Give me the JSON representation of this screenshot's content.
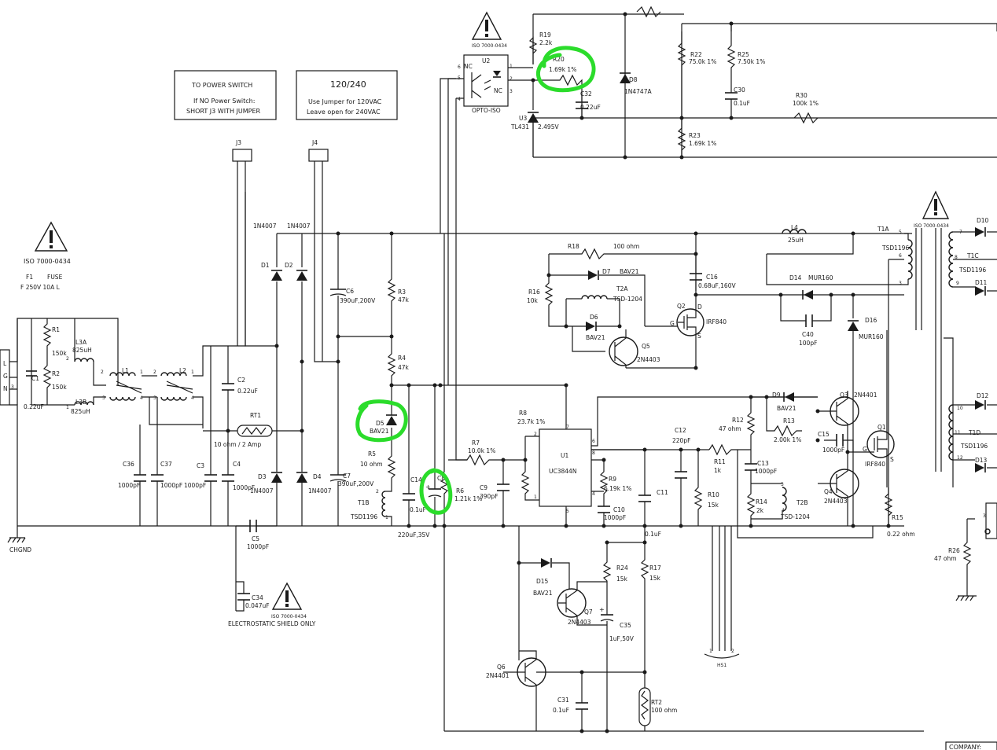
{
  "notes": {
    "power_switch": [
      "TO POWER SWITCH",
      "If NO Power Switch:",
      "SHORT J3 WITH JUMPER"
    ],
    "voltage": [
      "120/240",
      "Use Jumper for 120VAC",
      "Leave open for 240VAC"
    ],
    "shield": "ELECTROSTATIC SHIELD ONLY",
    "iso_standard": "ISO 7000-0434",
    "company": "COMPANY:"
  },
  "labels": [
    {
      "id": "U2",
      "t": "U2"
    },
    {
      "id": "OPTO",
      "t": "OPTO-ISO"
    },
    {
      "id": "NC1",
      "t": "NC"
    },
    {
      "id": "NC2",
      "t": "NC"
    },
    {
      "id": "p6",
      "t": "6"
    },
    {
      "id": "p5",
      "t": "5"
    },
    {
      "id": "p4",
      "t": "4"
    },
    {
      "id": "p1",
      "t": "1"
    },
    {
      "id": "p2",
      "t": "2"
    },
    {
      "id": "p3",
      "t": "3"
    },
    {
      "id": "R19",
      "t": "R19"
    },
    {
      "id": "R19v",
      "t": "2.2k"
    },
    {
      "id": "R20",
      "t": "R20"
    },
    {
      "id": "R20v",
      "t": "1.69k 1%"
    },
    {
      "id": "C32",
      "t": "C32"
    },
    {
      "id": "C32v",
      "t": "0.22uF"
    },
    {
      "id": "U3",
      "t": "U3"
    },
    {
      "id": "TL431",
      "t": "TL431"
    },
    {
      "id": "V2495",
      "t": "2.495V"
    },
    {
      "id": "D8",
      "t": "D8"
    },
    {
      "id": "D8v",
      "t": "1N4747A"
    },
    {
      "id": "R22",
      "t": "R22"
    },
    {
      "id": "R22v",
      "t": "75.0k 1%"
    },
    {
      "id": "R25",
      "t": "R25"
    },
    {
      "id": "R25v",
      "t": "7.50k 1%"
    },
    {
      "id": "C30",
      "t": "C30"
    },
    {
      "id": "C30v",
      "t": "0.1uF"
    },
    {
      "id": "R30",
      "t": "R30"
    },
    {
      "id": "R30v",
      "t": "100k 1%"
    },
    {
      "id": "R23",
      "t": "R23"
    },
    {
      "id": "R23v",
      "t": "1.69k 1%"
    },
    {
      "id": "J3",
      "t": "J3"
    },
    {
      "id": "J4",
      "t": "J4"
    },
    {
      "id": "D1t",
      "t": "1N4007"
    },
    {
      "id": "D2t",
      "t": "1N4007"
    },
    {
      "id": "D1",
      "t": "D1"
    },
    {
      "id": "D2",
      "t": "D2"
    },
    {
      "id": "C6",
      "t": "C6"
    },
    {
      "id": "C6v",
      "t": "390uF,200V"
    },
    {
      "id": "R3",
      "t": "R3"
    },
    {
      "id": "R3v",
      "t": "47k"
    },
    {
      "id": "R4",
      "t": "R4"
    },
    {
      "id": "R4v",
      "t": "47k"
    },
    {
      "id": "F1",
      "t": "F1"
    },
    {
      "id": "FUSE",
      "t": "FUSE"
    },
    {
      "id": "F1v",
      "t": "F 250V 10A L"
    },
    {
      "id": "R1",
      "t": "R1"
    },
    {
      "id": "R1v",
      "t": "150k"
    },
    {
      "id": "R2",
      "t": "R2"
    },
    {
      "id": "R2v",
      "t": "150k"
    },
    {
      "id": "C1",
      "t": "C1"
    },
    {
      "id": "C1v",
      "t": "0.22uF"
    },
    {
      "id": "L3A",
      "t": "L3A"
    },
    {
      "id": "L3Av",
      "t": "825uH"
    },
    {
      "id": "L3B",
      "t": "L3B"
    },
    {
      "id": "L3Bv",
      "t": "825uH"
    },
    {
      "id": "L1",
      "t": "L1"
    },
    {
      "id": "L2",
      "t": "L2"
    },
    {
      "id": "C2",
      "t": "C2"
    },
    {
      "id": "C2v",
      "t": "0.22uF"
    },
    {
      "id": "RT1",
      "t": "RT1"
    },
    {
      "id": "RT1v",
      "t": "10 ohm / 2 Amp"
    },
    {
      "id": "L",
      "t": "L"
    },
    {
      "id": "G",
      "t": "G"
    },
    {
      "id": "N",
      "t": "N"
    },
    {
      "id": "C36",
      "t": "C36"
    },
    {
      "id": "C36v",
      "t": "1000pF"
    },
    {
      "id": "C37",
      "t": "C37"
    },
    {
      "id": "C37v",
      "t": "1000pF"
    },
    {
      "id": "C3",
      "t": "C3"
    },
    {
      "id": "C3v",
      "t": "1000pF"
    },
    {
      "id": "C4",
      "t": "C4"
    },
    {
      "id": "C4v",
      "t": "1000pF"
    },
    {
      "id": "D3",
      "t": "D3"
    },
    {
      "id": "D3v",
      "t": "1N4007"
    },
    {
      "id": "D4",
      "t": "D4"
    },
    {
      "id": "D4v",
      "t": "1N4007"
    },
    {
      "id": "C7",
      "t": "C7"
    },
    {
      "id": "C7v",
      "t": "390uF,200V"
    },
    {
      "id": "C5",
      "t": "C5"
    },
    {
      "id": "C5v",
      "t": "1000pF"
    },
    {
      "id": "C34",
      "t": "C34"
    },
    {
      "id": "C34v",
      "t": "0.047uF"
    },
    {
      "id": "CHGND",
      "t": "CHGND"
    },
    {
      "id": "D5",
      "t": "D5"
    },
    {
      "id": "D5v",
      "t": "BAV21"
    },
    {
      "id": "R5",
      "t": "R5"
    },
    {
      "id": "R5v",
      "t": "10 ohm"
    },
    {
      "id": "T1B",
      "t": "T1B"
    },
    {
      "id": "T1Bv",
      "t": "TSD1196"
    },
    {
      "id": "C14",
      "t": "C14"
    },
    {
      "id": "C14v",
      "t": "0.1uF"
    },
    {
      "id": "C8",
      "t": "C8"
    },
    {
      "id": "C8v",
      "t": "220uF,35V"
    },
    {
      "id": "R6",
      "t": "R6"
    },
    {
      "id": "R6v",
      "t": "1.21k 1%"
    },
    {
      "id": "R7",
      "t": "R7"
    },
    {
      "id": "R7v",
      "t": "10.0k 1%"
    },
    {
      "id": "R8",
      "t": "R8"
    },
    {
      "id": "R8v",
      "t": "23.7k 1%"
    },
    {
      "id": "C9",
      "t": "C9"
    },
    {
      "id": "C9v",
      "t": "390pF"
    },
    {
      "id": "U1",
      "t": "U1"
    },
    {
      "id": "U1v",
      "t": "UC3844N"
    },
    {
      "id": "R9",
      "t": "R9"
    },
    {
      "id": "R9v",
      "t": "6.19k 1%"
    },
    {
      "id": "C10",
      "t": "C10"
    },
    {
      "id": "C10v",
      "t": "1000pF"
    },
    {
      "id": "C11",
      "t": "C11"
    },
    {
      "id": "C11v",
      "t": "0.1uF"
    },
    {
      "id": "C12",
      "t": "C12"
    },
    {
      "id": "C12v",
      "t": "220pF"
    },
    {
      "id": "R11",
      "t": "R11"
    },
    {
      "id": "R11v",
      "t": "1k"
    },
    {
      "id": "R10",
      "t": "R10"
    },
    {
      "id": "R10v",
      "t": "15k"
    },
    {
      "id": "R18",
      "t": "R18"
    },
    {
      "id": "R18v",
      "t": "100 ohm"
    },
    {
      "id": "R16",
      "t": "R16"
    },
    {
      "id": "R16v",
      "t": "10k"
    },
    {
      "id": "D7",
      "t": "D7"
    },
    {
      "id": "D7v",
      "t": "BAV21"
    },
    {
      "id": "D6",
      "t": "D6"
    },
    {
      "id": "D6v",
      "t": "BAV21"
    },
    {
      "id": "T2A",
      "t": "T2A"
    },
    {
      "id": "T2Av",
      "t": "TSD-1204"
    },
    {
      "id": "Q5",
      "t": "Q5"
    },
    {
      "id": "Q5v",
      "t": "2N4403"
    },
    {
      "id": "C16",
      "t": "C16"
    },
    {
      "id": "C16v",
      "t": "0.68uF,160V"
    },
    {
      "id": "Q2",
      "t": "Q2"
    },
    {
      "id": "Q2v",
      "t": "IRF840"
    },
    {
      "id": "Q2D",
      "t": "D"
    },
    {
      "id": "Q2G",
      "t": "G"
    },
    {
      "id": "Q2S",
      "t": "S"
    },
    {
      "id": "L4",
      "t": "L4"
    },
    {
      "id": "L4v",
      "t": "25uH"
    },
    {
      "id": "D14",
      "t": "D14"
    },
    {
      "id": "D14v",
      "t": "MUR160"
    },
    {
      "id": "C40",
      "t": "C40"
    },
    {
      "id": "C40v",
      "t": "100pF"
    },
    {
      "id": "D16",
      "t": "D16"
    },
    {
      "id": "D16v",
      "t": "MUR160"
    },
    {
      "id": "T1A",
      "t": "T1A"
    },
    {
      "id": "T1Av",
      "t": "TSD1196"
    },
    {
      "id": "R12",
      "t": "R12"
    },
    {
      "id": "R12v",
      "t": "47 ohm"
    },
    {
      "id": "D9",
      "t": "D9"
    },
    {
      "id": "D9v",
      "t": "BAV21"
    },
    {
      "id": "R13",
      "t": "R13"
    },
    {
      "id": "R13v",
      "t": "2.00k 1%"
    },
    {
      "id": "Q3",
      "t": "Q3"
    },
    {
      "id": "Q3v",
      "t": "2N4401"
    },
    {
      "id": "C15",
      "t": "C15"
    },
    {
      "id": "C15v",
      "t": "1000pF"
    },
    {
      "id": "Q1",
      "t": "Q1"
    },
    {
      "id": "Q1v",
      "t": "IRF840"
    },
    {
      "id": "Q1G",
      "t": "G"
    },
    {
      "id": "Q1S",
      "t": "S"
    },
    {
      "id": "C13",
      "t": "C13"
    },
    {
      "id": "C13v",
      "t": "1000pF"
    },
    {
      "id": "R14",
      "t": "R14"
    },
    {
      "id": "R14v",
      "t": "2k"
    },
    {
      "id": "T2B",
      "t": "T2B"
    },
    {
      "id": "T2Bv",
      "t": "TSD-1204"
    },
    {
      "id": "Q4",
      "t": "Q4"
    },
    {
      "id": "Q4v",
      "t": "2N4403"
    },
    {
      "id": "R15",
      "t": "R15"
    },
    {
      "id": "R15v",
      "t": "0.22 ohm"
    },
    {
      "id": "D15",
      "t": "D15"
    },
    {
      "id": "D15v",
      "t": "BAV21"
    },
    {
      "id": "Q7",
      "t": "Q7"
    },
    {
      "id": "Q7v",
      "t": "2N4403"
    },
    {
      "id": "R24",
      "t": "R24"
    },
    {
      "id": "R24v",
      "t": "15k"
    },
    {
      "id": "R17",
      "t": "R17"
    },
    {
      "id": "R17v",
      "t": "15k"
    },
    {
      "id": "C35",
      "t": "C35"
    },
    {
      "id": "C35v",
      "t": "1uF,50V"
    },
    {
      "id": "Q6",
      "t": "Q6"
    },
    {
      "id": "Q6v",
      "t": "2N4401"
    },
    {
      "id": "C31",
      "t": "C31"
    },
    {
      "id": "C31v",
      "t": "0.1uF"
    },
    {
      "id": "RT2",
      "t": "RT2"
    },
    {
      "id": "RT2v",
      "t": "100 ohm"
    },
    {
      "id": "HS1",
      "t": "HS1"
    },
    {
      "id": "D10",
      "t": "D10"
    },
    {
      "id": "T1C",
      "t": "T1C"
    },
    {
      "id": "T1Cv",
      "t": "TSD1196"
    },
    {
      "id": "D11",
      "t": "D11"
    },
    {
      "id": "D12",
      "t": "D12"
    },
    {
      "id": "T1D",
      "t": "T1D"
    },
    {
      "id": "T1Dv",
      "t": "TSD1196"
    },
    {
      "id": "D13",
      "t": "D13"
    },
    {
      "id": "R26",
      "t": "R26"
    },
    {
      "id": "R26v",
      "t": "47 ohm"
    },
    {
      "id": "n5",
      "t": "5"
    },
    {
      "id": "n6",
      "t": "6"
    },
    {
      "id": "n3",
      "t": "3"
    },
    {
      "id": "n7",
      "t": "7"
    },
    {
      "id": "n8",
      "t": "8"
    },
    {
      "id": "n9",
      "t": "9"
    },
    {
      "id": "n10",
      "t": "10"
    },
    {
      "id": "n11",
      "t": "11"
    },
    {
      "id": "n12",
      "t": "12"
    },
    {
      "id": "u2",
      "t": "2"
    },
    {
      "id": "u7",
      "t": "7"
    },
    {
      "id": "u6",
      "t": "6"
    },
    {
      "id": "u8",
      "t": "8"
    },
    {
      "id": "u4",
      "t": "4"
    },
    {
      "id": "u1",
      "t": "1"
    },
    {
      "id": "u5",
      "t": "5"
    },
    {
      "id": "t2b3",
      "t": "3"
    },
    {
      "id": "t2b4",
      "t": "4"
    },
    {
      "id": "t1b2",
      "t": "2"
    },
    {
      "id": "t1b1",
      "t": "1"
    },
    {
      "id": "hs1",
      "t": "1"
    },
    {
      "id": "hs2",
      "t": "2"
    },
    {
      "id": "r3",
      "t": "3"
    },
    {
      "id": "l1a",
      "t": "2"
    },
    {
      "id": "l1b",
      "t": "1"
    },
    {
      "id": "l1c",
      "t": "3"
    },
    {
      "id": "l1d",
      "t": "4"
    },
    {
      "id": "l2a",
      "t": "2"
    },
    {
      "id": "l2b",
      "t": "1"
    },
    {
      "id": "l2c",
      "t": "3"
    },
    {
      "id": "l2d",
      "t": "4"
    },
    {
      "id": "l3a",
      "t": "2"
    },
    {
      "id": "l3b",
      "t": "1"
    },
    {
      "id": "g3",
      "t": "3"
    },
    {
      "id": "g1",
      "t": "1"
    }
  ]
}
